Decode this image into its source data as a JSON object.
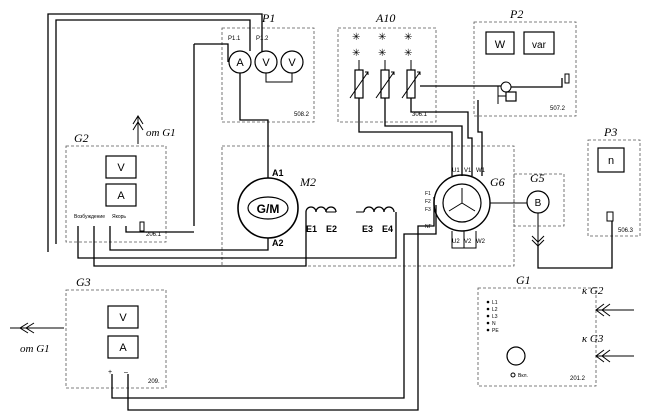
{
  "units": {
    "P1": {
      "title": "P1",
      "meters": [
        "A",
        "V",
        "V"
      ],
      "tags": [
        "P1.1",
        "P1.2"
      ],
      "code": "508.2"
    },
    "A10": {
      "title": "A10",
      "code": "306.1"
    },
    "P2": {
      "title": "P2",
      "meters": [
        "W",
        "var"
      ],
      "code": "507.2"
    },
    "P3": {
      "title": "P3",
      "meter": "n",
      "code": "506.3"
    },
    "G2": {
      "title": "G2",
      "meters": [
        "V",
        "A"
      ],
      "label_excitation": "Возбуждение",
      "label_anchor": "Якорь",
      "code": "206.1",
      "from_label": "от G1"
    },
    "G3": {
      "title": "G3",
      "meters": [
        "V",
        "A"
      ],
      "code": "209.",
      "from_label": "от G1"
    },
    "M2": {
      "title": "M2",
      "machine": "G/M",
      "terminals": [
        "A1",
        "A2",
        "E1",
        "E2",
        "E3",
        "E4"
      ]
    },
    "G6": {
      "title": "G6",
      "terminals_top": [
        "U1",
        "V1",
        "W1"
      ],
      "terminals_bottom": [
        "U2",
        "V2",
        "W2"
      ],
      "side_terminals": [
        "F1",
        "F2",
        "F3",
        "NF"
      ]
    },
    "G5": {
      "title": "G5",
      "symbol": "B"
    },
    "G1": {
      "title": "G1",
      "phases": [
        "L1",
        "L2",
        "L3",
        "N",
        "PE"
      ],
      "switch_label": "Вкл.",
      "code": "201.2",
      "to_g2": "к G2",
      "to_g3": "к G3"
    }
  }
}
